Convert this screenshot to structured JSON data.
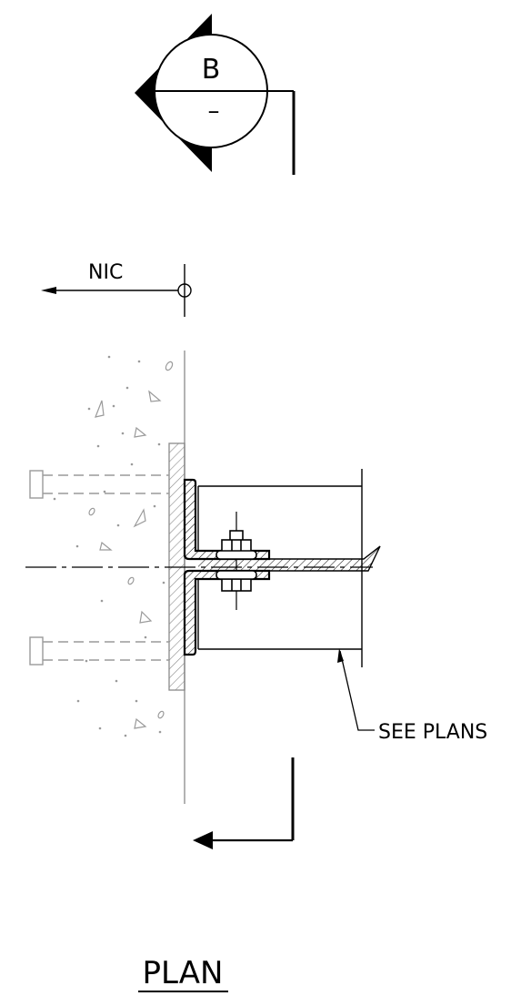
{
  "section_marker": {
    "letter": "B",
    "sheet": "–"
  },
  "labels": {
    "nic": "NIC",
    "see_plans": "SEE PLANS",
    "title": "PLAN"
  },
  "colors": {
    "line": "#000000",
    "concrete": "#9a9a9a"
  }
}
